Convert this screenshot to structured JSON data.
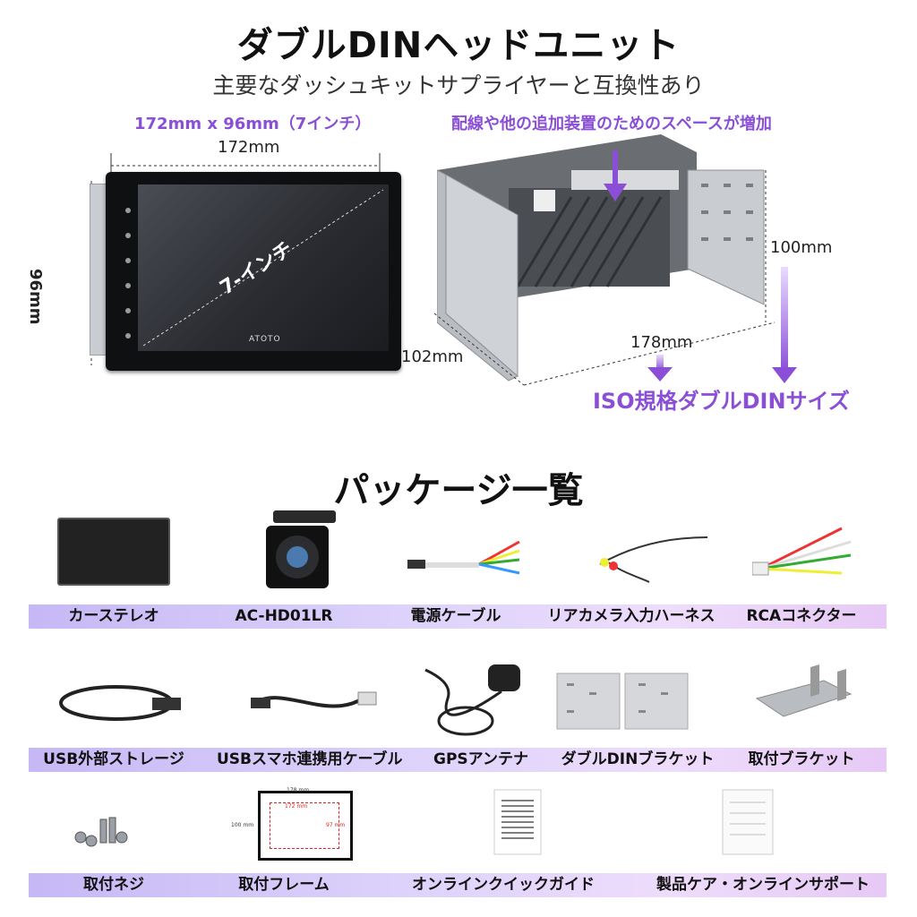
{
  "header": {
    "title": "ダブルDINヘッドユニット",
    "subtitle": "主要なダッシュキットサプライヤーと互換性あり"
  },
  "unit": {
    "size_label": "172mm x 96mm（7インチ）",
    "width_label": "172mm",
    "height_label": "96mm",
    "screen_text": "7-インチ",
    "brand": "ATOTO"
  },
  "din": {
    "space_label": "配線や他の追加装置のためのスペースが増加",
    "height_label": "100mm",
    "width_label": "178mm",
    "depth_label": "102mm",
    "standard_label": "ISO規格ダブルDINサイズ"
  },
  "package": {
    "title": "パッケージ一覧",
    "rows": [
      {
        "items": [
          "カーステレオ",
          "AC-HD01LR",
          "電源ケーブル",
          "リアカメラ入力ハーネス",
          "RCAコネクター"
        ]
      },
      {
        "items": [
          "USB外部ストレージ",
          "USBスマホ連携用ケーブル",
          "GPSアンテナ",
          "ダブルDINブラケット",
          "取付ブラケット"
        ]
      },
      {
        "items": [
          "取付ネジ",
          "取付フレーム",
          "オンラインクイックガイド",
          "製品ケア・オンラインサポート"
        ]
      }
    ],
    "frame": {
      "outer_w": "178 mm",
      "inner_w": "172 mm",
      "outer_h": "100 mm",
      "inner_h": "97 mm"
    }
  },
  "colors": {
    "accent": "#8a4fd6",
    "band_start": "#c6b8f5",
    "band_end": "#e6c9f5"
  }
}
